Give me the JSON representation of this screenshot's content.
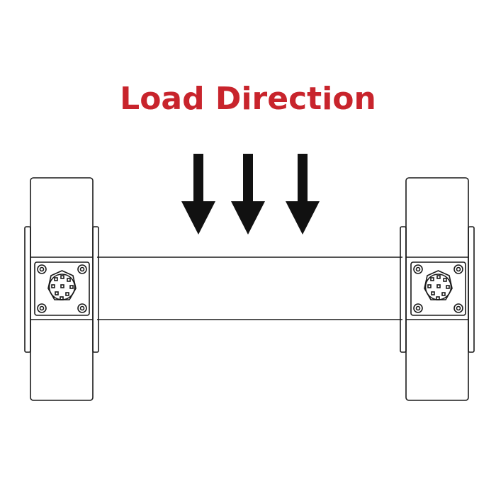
{
  "title": "Load Direction",
  "colors": {
    "title": "#c8242c",
    "line": "#1a1a1a",
    "arrow": "#111111",
    "background": "#ffffff"
  },
  "diagram": {
    "arrow_count": 3,
    "arrow_direction": "down",
    "connectors": [
      "left-connector-icon",
      "right-connector-icon"
    ]
  }
}
